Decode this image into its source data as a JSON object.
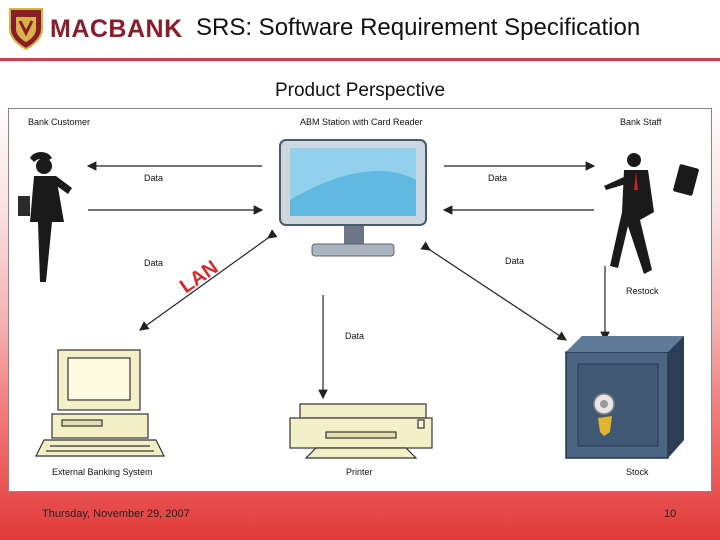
{
  "header": {
    "logo_text": "MACBANK",
    "title": "SRS: Software Requirement Specification"
  },
  "diagram": {
    "title": "Product Perspective",
    "nodes": {
      "bank_customer": "Bank Customer",
      "atm_station": "ABM Station with Card Reader",
      "bank_staff": "Bank Staff",
      "external_banking": "External Banking System",
      "printer": "Printer",
      "stock": "Stock"
    },
    "edge_labels": {
      "customer_atm": "Data",
      "staff_atm": "Data",
      "atm_external": "Data",
      "atm_stock": "Data",
      "atm_printer": "Data",
      "staff_stock": "Restock",
      "lan": "LAN"
    }
  },
  "footer": {
    "date": "Thursday, November 29, 2007",
    "page": "10"
  }
}
